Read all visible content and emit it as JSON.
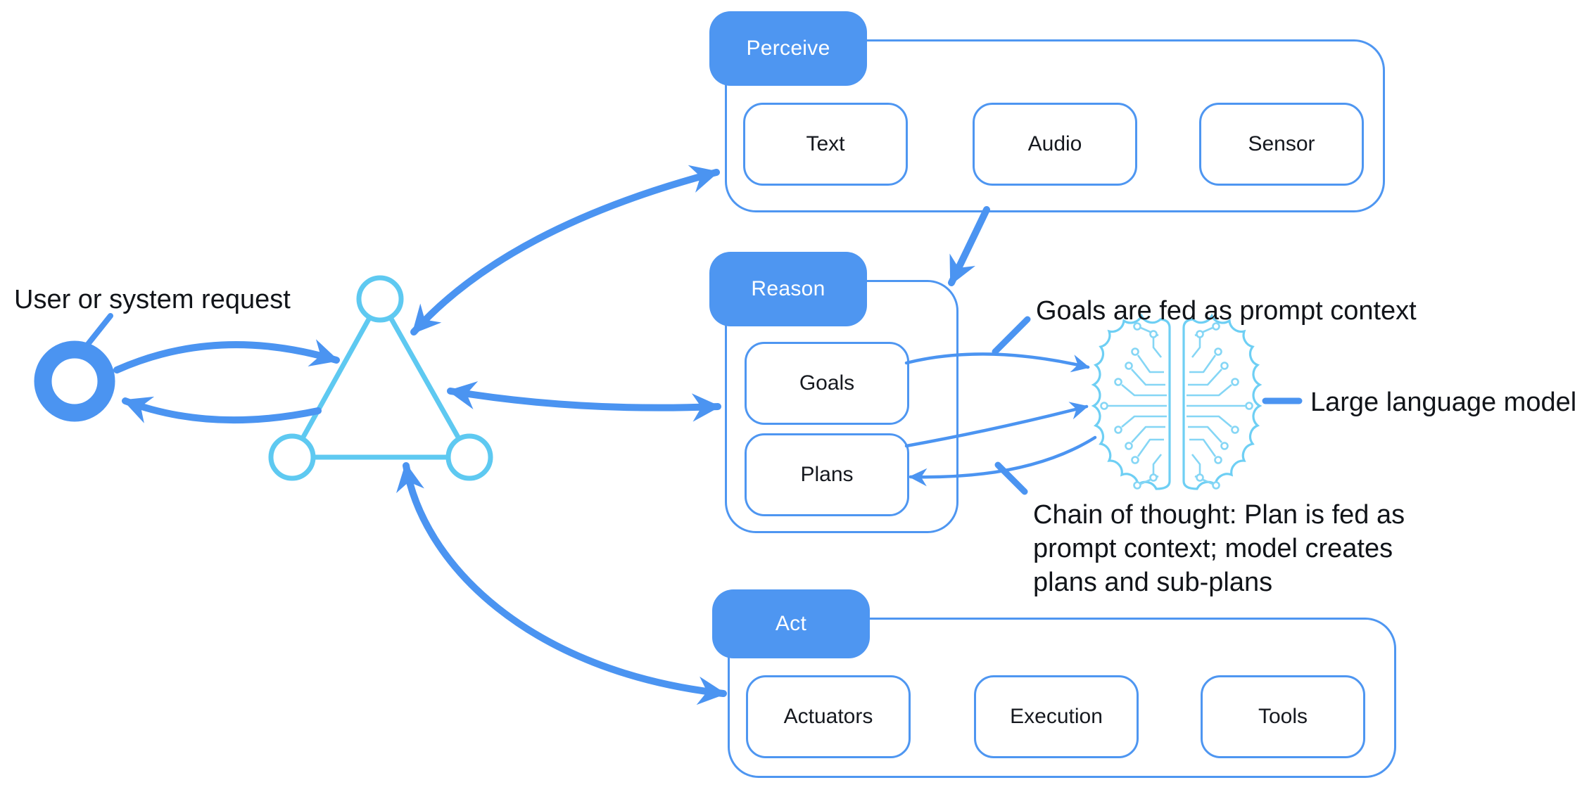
{
  "request": {
    "label": "User or system request",
    "icon": "ring-icon"
  },
  "agent": {
    "icon": "triangle-network-icon"
  },
  "groups": [
    {
      "tab": "Perceive",
      "items": [
        "Text",
        "Audio",
        "Sensor"
      ]
    },
    {
      "tab": "Reason",
      "items": [
        "Goals",
        "Plans"
      ]
    },
    {
      "tab": "Act",
      "items": [
        "Actuators",
        "Execution",
        "Tools"
      ]
    }
  ],
  "llm": {
    "label": "Large language model",
    "icon": "circuit-brain-icon"
  },
  "annotations": {
    "goals_context": "Goals are fed as prompt context",
    "chain_of_thought": "Chain of thought: Plan is fed as prompt context; model creates plans and sub-plans"
  },
  "colors": {
    "accent_blue": "#4B94F1",
    "light_cyan": "#5EC9F1",
    "text": "#121417"
  }
}
